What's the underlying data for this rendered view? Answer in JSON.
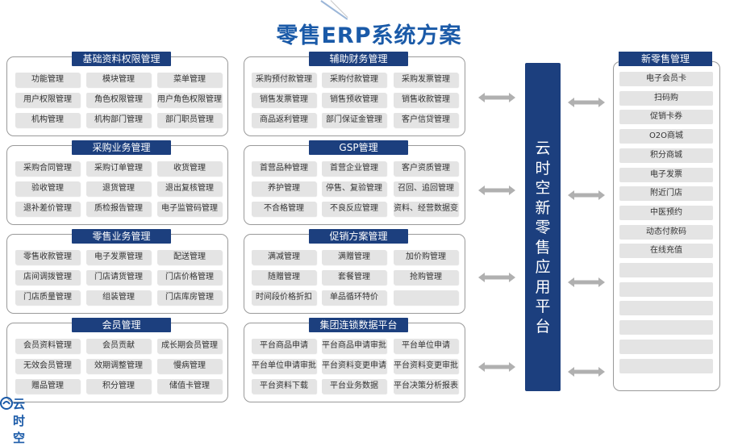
{
  "title": "零售ERP系统方案",
  "colors": {
    "accent": "#1c3f7e",
    "title": "#1a5aa8",
    "cell_bg": "#e4e4e4",
    "arrow": "#b0b0b0"
  },
  "left_panels": [
    {
      "title": "基础资料权限管理",
      "items": [
        "功能管理",
        "模块管理",
        "菜单管理",
        "用户权限管理",
        "角色权限管理",
        "用户角色权限管理",
        "机构管理",
        "机构部门管理",
        "部门职员管理"
      ]
    },
    {
      "title": "采购业务管理",
      "items": [
        "采购合同管理",
        "采购订单管理",
        "收货管理",
        "验收管理",
        "退货管理",
        "退出复核管理",
        "退补差价管理",
        "质检报告管理",
        "电子监管码管理"
      ]
    },
    {
      "title": "零售业务管理",
      "items": [
        "零售收款管理",
        "电子发票管理",
        "配送管理",
        "店间调拨管理",
        "门店请货管理",
        "门店价格管理",
        "门店质量管理",
        "组装管理",
        "门店库房管理"
      ]
    },
    {
      "title": "会员管理",
      "items": [
        "会员资料管理",
        "会员贡献",
        "成长期会员管理",
        "无效会员管理",
        "效期调整管理",
        "慢病管理",
        "赠品管理",
        "积分管理",
        "储值卡管理"
      ]
    }
  ],
  "mid_panels": [
    {
      "title": "辅助财务管理",
      "items": [
        "采购预付款管理",
        "采购付款管理",
        "采购发票管理",
        "销售发票管理",
        "销售预收管理",
        "销售收款管理",
        "商品返利管理",
        "部门保证金管理",
        "客户信贷管理"
      ]
    },
    {
      "title": "GSP管理",
      "items": [
        "首营品种管理",
        "首营企业管理",
        "客户资质管理",
        "养护管理",
        "停售、复验管理",
        "召回、追回管理",
        "不合格管理",
        "不良反应管理",
        "资料、经营数据变更"
      ]
    },
    {
      "title": "促销方案管理",
      "items": [
        "满减管理",
        "满赠管理",
        "加价购管理",
        "随赠管理",
        "套餐管理",
        "抢购管理",
        "时间段价格折扣",
        "单品循环特价",
        ""
      ]
    },
    {
      "title": "集团连锁数据平台",
      "items": [
        "平台商品申请",
        "平台商品申请审批",
        "平台单位申请",
        "平台单位申请审批",
        "平台资料变更申请",
        "平台资料变更审批",
        "平台资料下载",
        "平台业务数据",
        "平台决策分析报表"
      ]
    }
  ],
  "cloud_platform": "云时空新零售应用平台",
  "right_panel": {
    "title": "新零售管理",
    "items": [
      "电子会员卡",
      "扫码购",
      "促销卡券",
      "O2O商城",
      "积分商城",
      "电子发票",
      "附近门店",
      "中医预约",
      "动态付款码",
      "在线充值",
      "",
      "",
      "",
      "",
      "",
      ""
    ]
  },
  "logo": {
    "text": "云时空",
    "icon": "yunshikong-logo-icon"
  }
}
